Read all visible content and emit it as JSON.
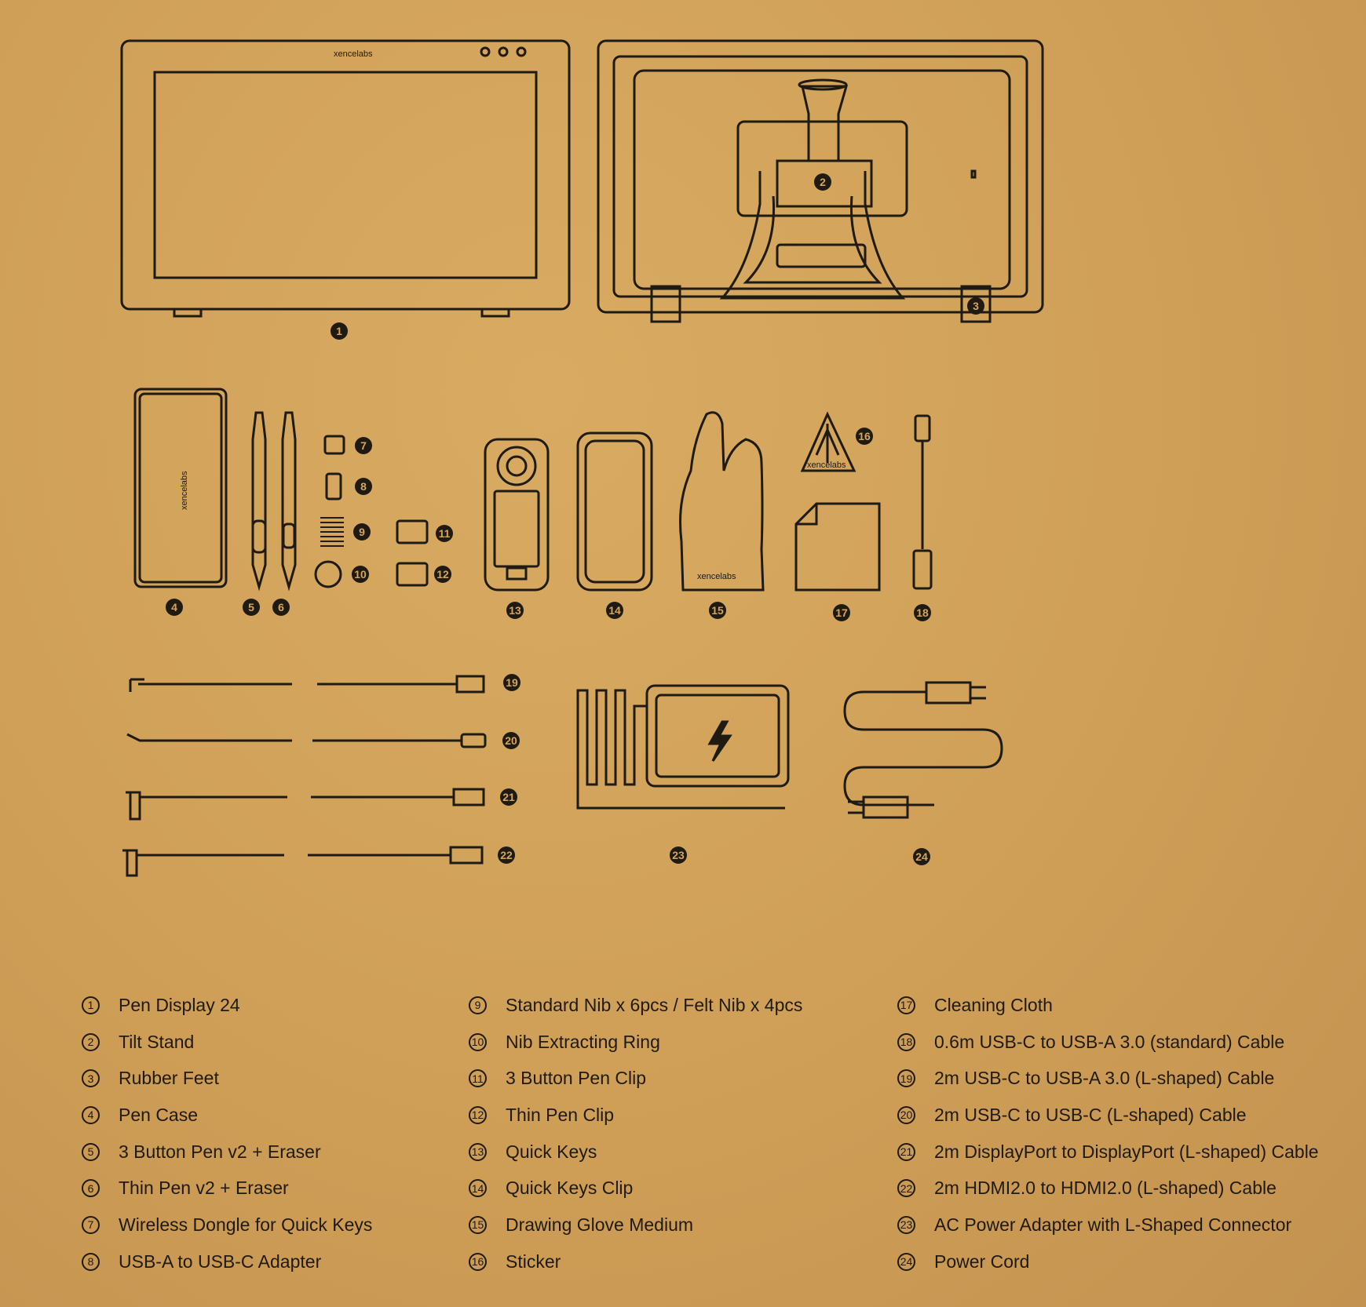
{
  "diagram": {
    "brand_text": "xencelabs",
    "callouts": [
      "1",
      "2",
      "3",
      "4",
      "5",
      "6",
      "7",
      "8",
      "9",
      "10",
      "11",
      "12",
      "13",
      "14",
      "15",
      "16",
      "17",
      "18",
      "19",
      "20",
      "21",
      "22",
      "23",
      "24"
    ]
  },
  "legend": {
    "col1": [
      {
        "num": "1",
        "label": "Pen Display 24"
      },
      {
        "num": "2",
        "label": "Tilt Stand"
      },
      {
        "num": "3",
        "label": "Rubber Feet"
      },
      {
        "num": "4",
        "label": "Pen Case"
      },
      {
        "num": "5",
        "label": "3 Button Pen v2 + Eraser"
      },
      {
        "num": "6",
        "label": "Thin Pen v2 + Eraser"
      },
      {
        "num": "7",
        "label": "Wireless Dongle for Quick Keys"
      },
      {
        "num": "8",
        "label": "USB-A to USB-C Adapter"
      }
    ],
    "col2": [
      {
        "num": "9",
        "label": "Standard Nib x 6pcs / Felt Nib x 4pcs"
      },
      {
        "num": "10",
        "label": "Nib Extracting Ring"
      },
      {
        "num": "11",
        "label": "3 Button Pen Clip"
      },
      {
        "num": "12",
        "label": "Thin Pen Clip"
      },
      {
        "num": "13",
        "label": "Quick Keys"
      },
      {
        "num": "14",
        "label": "Quick Keys Clip"
      },
      {
        "num": "15",
        "label": "Drawing Glove Medium"
      },
      {
        "num": "16",
        "label": "Sticker"
      }
    ],
    "col3": [
      {
        "num": "17",
        "label": "Cleaning Cloth"
      },
      {
        "num": "18",
        "label": "0.6m USB-C to USB-A 3.0 (standard) Cable"
      },
      {
        "num": "19",
        "label": "2m USB-C to USB-A 3.0 (L-shaped) Cable"
      },
      {
        "num": "20",
        "label": "2m USB-C to USB-C (L-shaped) Cable"
      },
      {
        "num": "21",
        "label": "2m DisplayPort to DisplayPort (L-shaped) Cable"
      },
      {
        "num": "22",
        "label": "2m HDMI2.0 to HDMI2.0 (L-shaped) Cable"
      },
      {
        "num": "23",
        "label": "AC Power Adapter with L-Shaped Connector"
      },
      {
        "num": "24",
        "label": "Power Cord"
      }
    ]
  }
}
